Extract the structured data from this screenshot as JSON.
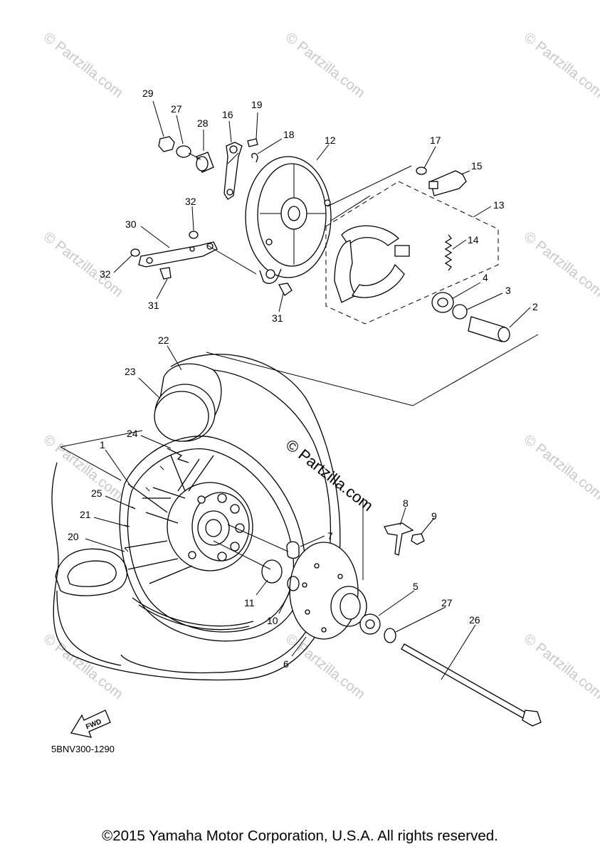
{
  "watermark": "© Partzilla.com",
  "watermark_center": "© Partzilla.com",
  "diagram_code": "5BNV300-1290",
  "fwd_label": "FWD",
  "copyright": "©2015 Yamaha Motor Corporation, U.S.A. All rights reserved.",
  "callouts": {
    "c1": "1",
    "c2": "2",
    "c3": "3",
    "c4": "4",
    "c5": "5",
    "c6": "6",
    "c7": "7",
    "c8": "8",
    "c9": "9",
    "c10": "10",
    "c11": "11",
    "c12": "12",
    "c13": "13",
    "c14": "14",
    "c15": "15",
    "c16": "16",
    "c17": "17",
    "c18": "18",
    "c19": "19",
    "c20": "20",
    "c21": "21",
    "c22": "22",
    "c23": "23",
    "c24": "24",
    "c25": "25",
    "c26": "26",
    "c27a": "27",
    "c27b": "27",
    "c28": "28",
    "c29": "29",
    "c30": "30",
    "c31a": "31",
    "c31b": "31",
    "c32a": "32",
    "c32b": "32"
  }
}
